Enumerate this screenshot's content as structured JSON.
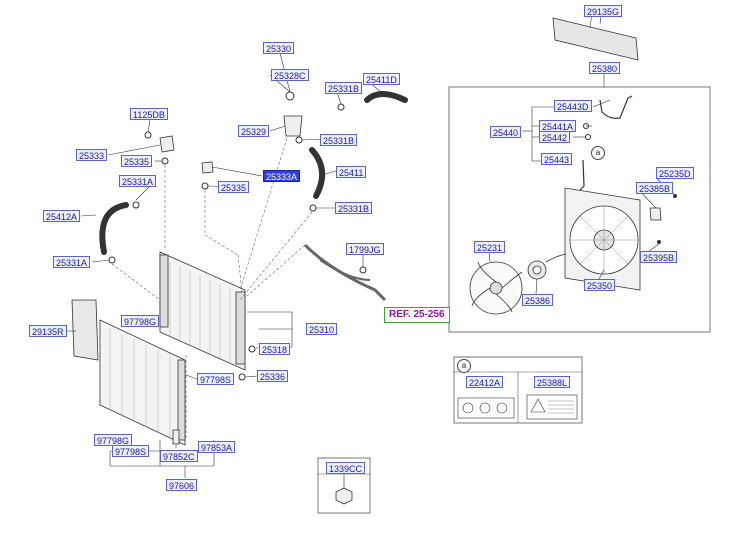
{
  "diagram": {
    "labels": {
      "p29135G": "29135G",
      "p25380": "25380",
      "p25330": "25330",
      "p25328C": "25328C",
      "p25331B_a": "25331B",
      "p25411D": "25411D",
      "p1125DB": "1125DB",
      "p25443D": "25443D",
      "p25329": "25329",
      "p25331B_b": "25331B",
      "p25441A": "25441A",
      "p25440": "25440",
      "p25442": "25442",
      "p25333": "25333",
      "p25335_a": "25335",
      "p25443": "25443",
      "p25411": "25411",
      "p25331A_a": "25331A",
      "p25333A": "25333A",
      "p25335_b": "25335",
      "p25235D": "25235D",
      "p25385B": "25385B",
      "p25331B_c": "25331B",
      "p25412A": "25412A",
      "p1799JG": "1799JG",
      "p25231": "25231",
      "p25395B": "25395B",
      "p25331A_b": "25331A",
      "p25350": "25350",
      "p25386": "25386",
      "p29135R": "29135R",
      "p97798G_a": "97798G",
      "p25310": "25310",
      "p25318": "25318",
      "p97798S_a": "97798S",
      "p25336": "25336",
      "p22412A": "22412A",
      "p25388L": "25388L",
      "p97798G_b": "97798G",
      "p97798S_b": "97798S",
      "p97853A": "97853A",
      "p97852C": "97852C",
      "p97606": "97606",
      "p1339CC": "1339CC"
    },
    "reference": "REF. 25-256",
    "callout_marker": "a",
    "highlight_color": "#2f3ee0",
    "label_color": "#1a1aa0",
    "reference_color": "#8a1a9c"
  }
}
